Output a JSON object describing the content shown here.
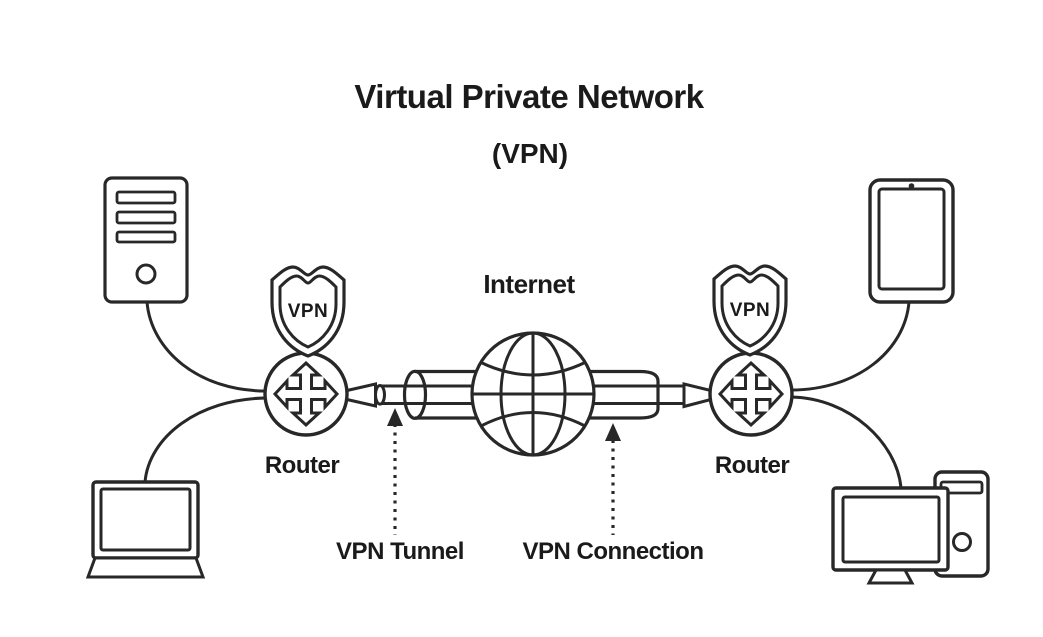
{
  "title": "Virtual Private Network",
  "subtitle": "(VPN)",
  "labels": {
    "internet": "Internet",
    "router_left": "Router",
    "router_right": "Router",
    "shield_left": "VPN",
    "shield_right": "VPN",
    "tunnel": "VPN Tunnel",
    "connection": "VPN Connection"
  },
  "icons": {
    "server_tower": "server-tower-icon",
    "laptop": "laptop-icon",
    "tablet": "tablet-icon",
    "desktop_computer": "desktop-computer-icon",
    "router_left": "router-icon",
    "router_right": "router-icon",
    "vpn_shield_left": "vpn-shield-icon",
    "vpn_shield_right": "vpn-shield-icon",
    "internet_globe": "globe-icon",
    "vpn_tunnel": "tunnel-cylinder-icon"
  },
  "colors": {
    "stroke": "#282828",
    "text": "#1a1a1a",
    "background": "#ffffff"
  }
}
